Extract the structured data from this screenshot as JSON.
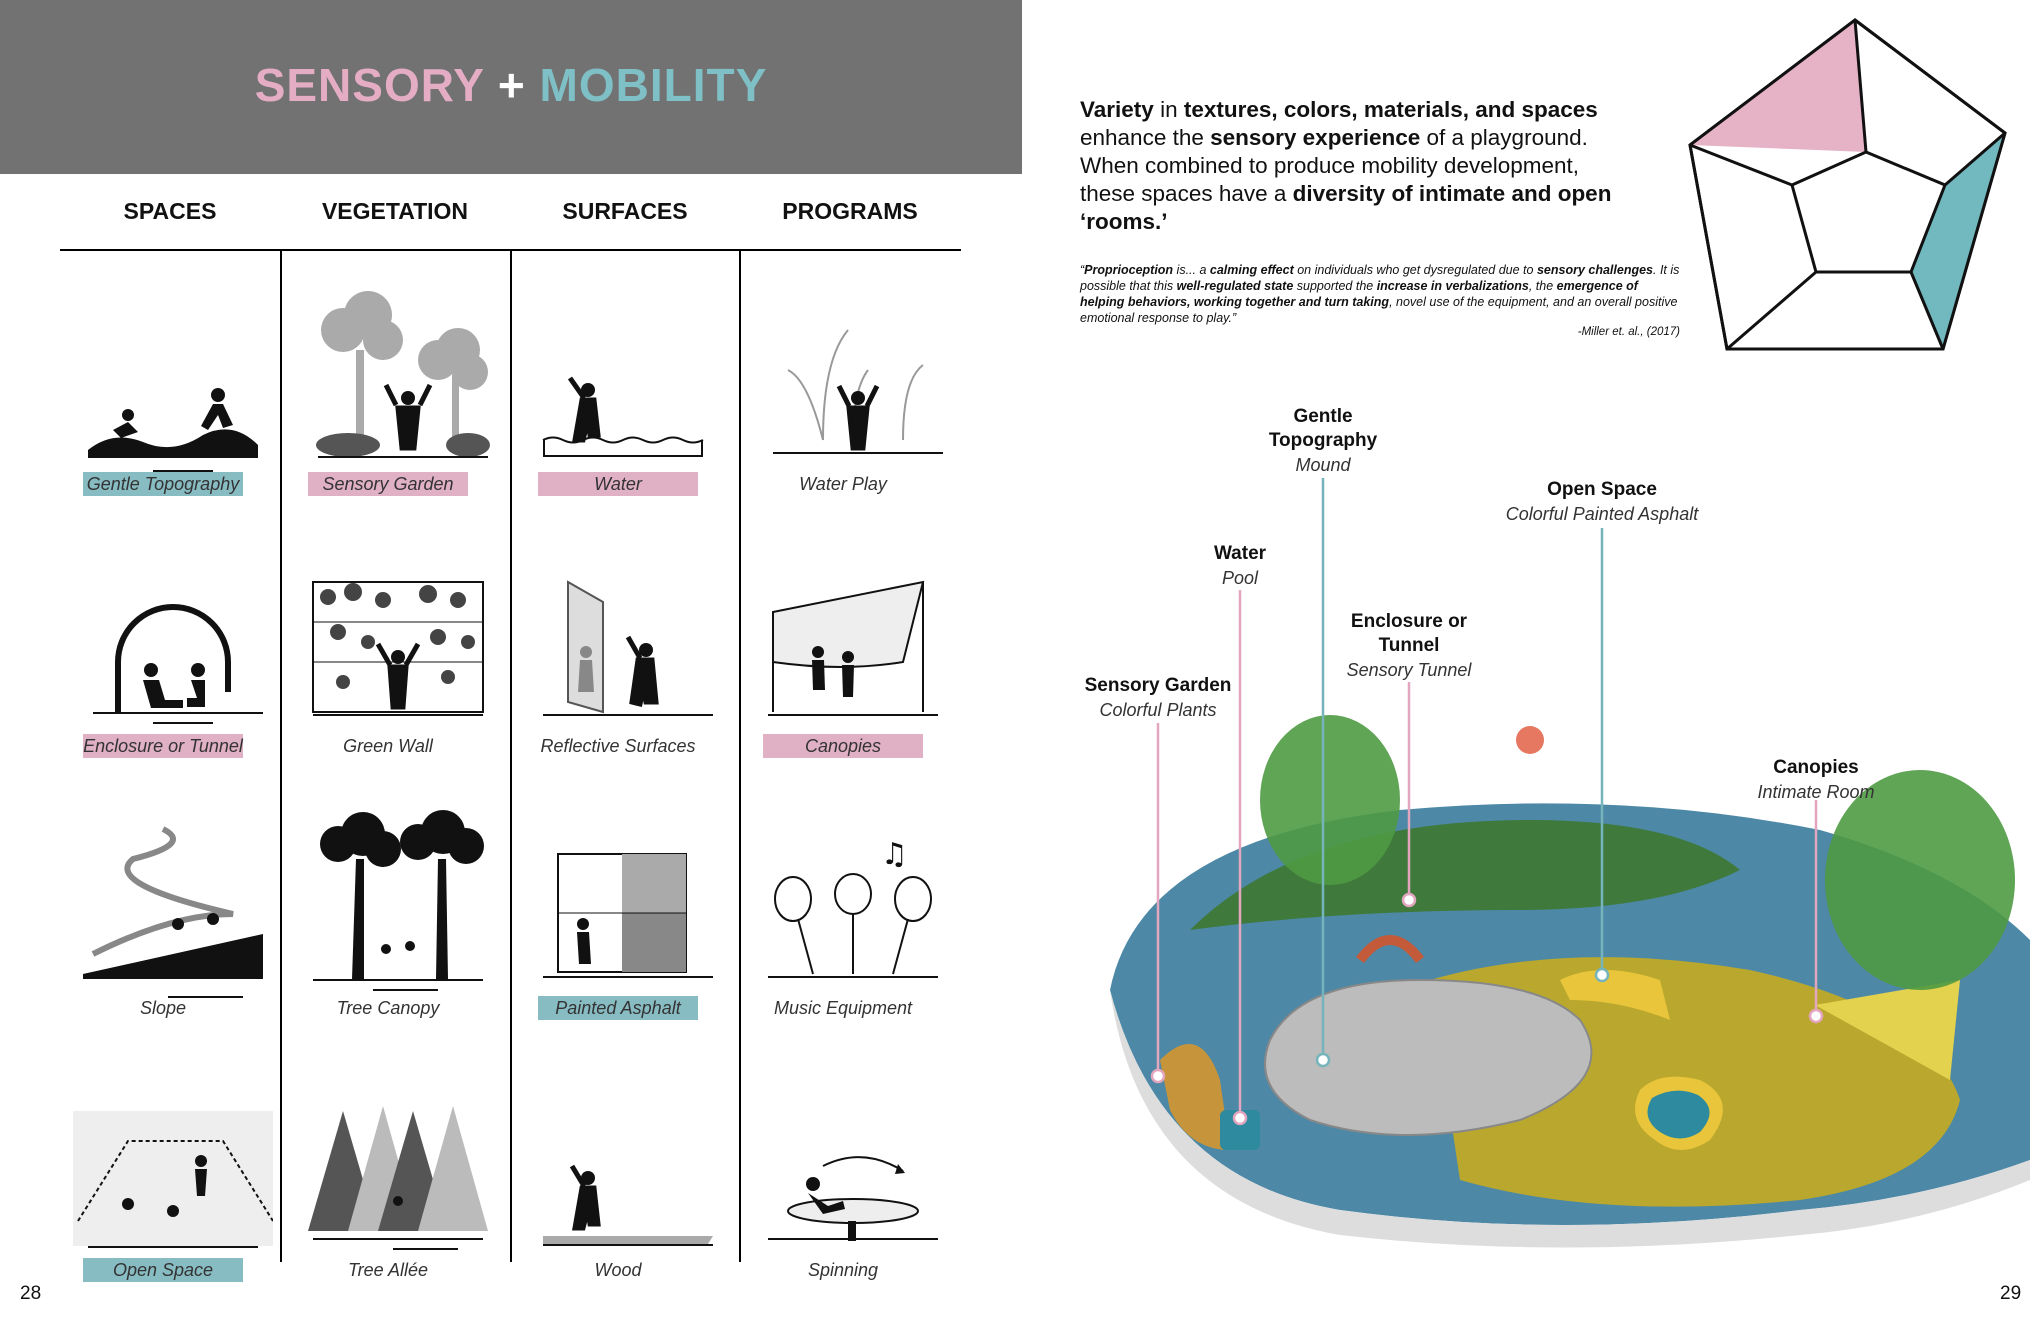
{
  "header": {
    "title_a": "SENSORY",
    "title_plus": "+",
    "title_b": "MOBILITY"
  },
  "columns": [
    "SPACES",
    "VEGETATION",
    "SURFACES",
    "PROGRAMS"
  ],
  "grid": [
    [
      "Gentle Topography",
      "Sensory Garden",
      "Water",
      "Water Play"
    ],
    [
      "Enclosure or Tunnel",
      "Green Wall",
      "Reflective Surfaces",
      "Canopies"
    ],
    [
      "Slope",
      "Tree Canopy",
      "Painted Asphalt",
      "Music Equipment"
    ],
    [
      "Open Space",
      "Tree Allée",
      "Wood",
      "Spinning"
    ]
  ],
  "highlight_colors": {
    "pink": "#e0b0c4",
    "teal": "#88bcc3"
  },
  "page_numbers": {
    "left": "28",
    "right": "29"
  },
  "intro": {
    "l1a": "Variety",
    "l1b": " in ",
    "l1c": "textures, colors, materials, and spaces",
    "l2a": "enhance the ",
    "l2b": "sensory experience",
    "l2c": " of a playground.",
    "l3": "When combined to produce mobility development,",
    "l4a": "these spaces have a ",
    "l4b": "diversity of intimate and open",
    "l5": "‘rooms.’"
  },
  "quote": {
    "q1": "“",
    "q2": "Proprioception",
    "q3": " is... a ",
    "q4": "calming effect",
    "q5": " on individuals who get dysregulated due to ",
    "q6": "sensory challenges",
    "q7": ". It is possible that this ",
    "q8": "well-regulated state",
    "q9": " supported the ",
    "q10": "increase in verbalizations",
    "q11": ", the ",
    "q12": "emergence of helping behaviors, working together and turn taking",
    "q13": ", novel use of the equipment, and an overall positive emotional response to play.”",
    "citation": "-Miller et. al.,  (2017)"
  },
  "callouts": [
    {
      "title": "Gentle\nTopography",
      "sub": "Mound"
    },
    {
      "title": "Open Space",
      "sub": "Colorful Painted Asphalt"
    },
    {
      "title": "Water",
      "sub": "Pool"
    },
    {
      "title": "Enclosure or\nTunnel",
      "sub": "Sensory Tunnel"
    },
    {
      "title": "Sensory Garden",
      "sub": "Colorful Plants"
    },
    {
      "title": "Canopies",
      "sub": "Intimate Room"
    }
  ]
}
